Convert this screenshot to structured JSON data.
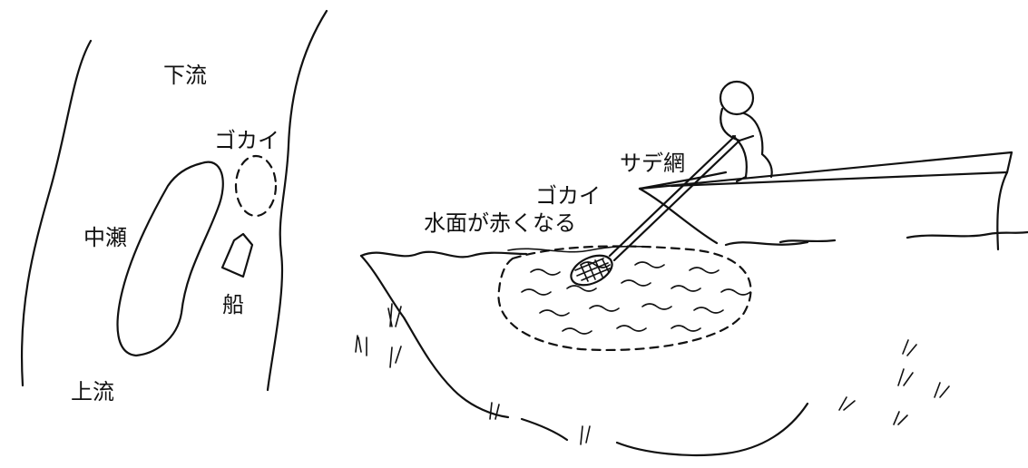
{
  "labels": {
    "downstream": "下流",
    "gokai_pool": "ゴカイ",
    "nakase": "中瀬",
    "boat": "船",
    "upstream": "上流",
    "sade_net": "サデ網",
    "gokai_scene": "ゴカイ",
    "red_surface": "水面が赤くなる"
  }
}
